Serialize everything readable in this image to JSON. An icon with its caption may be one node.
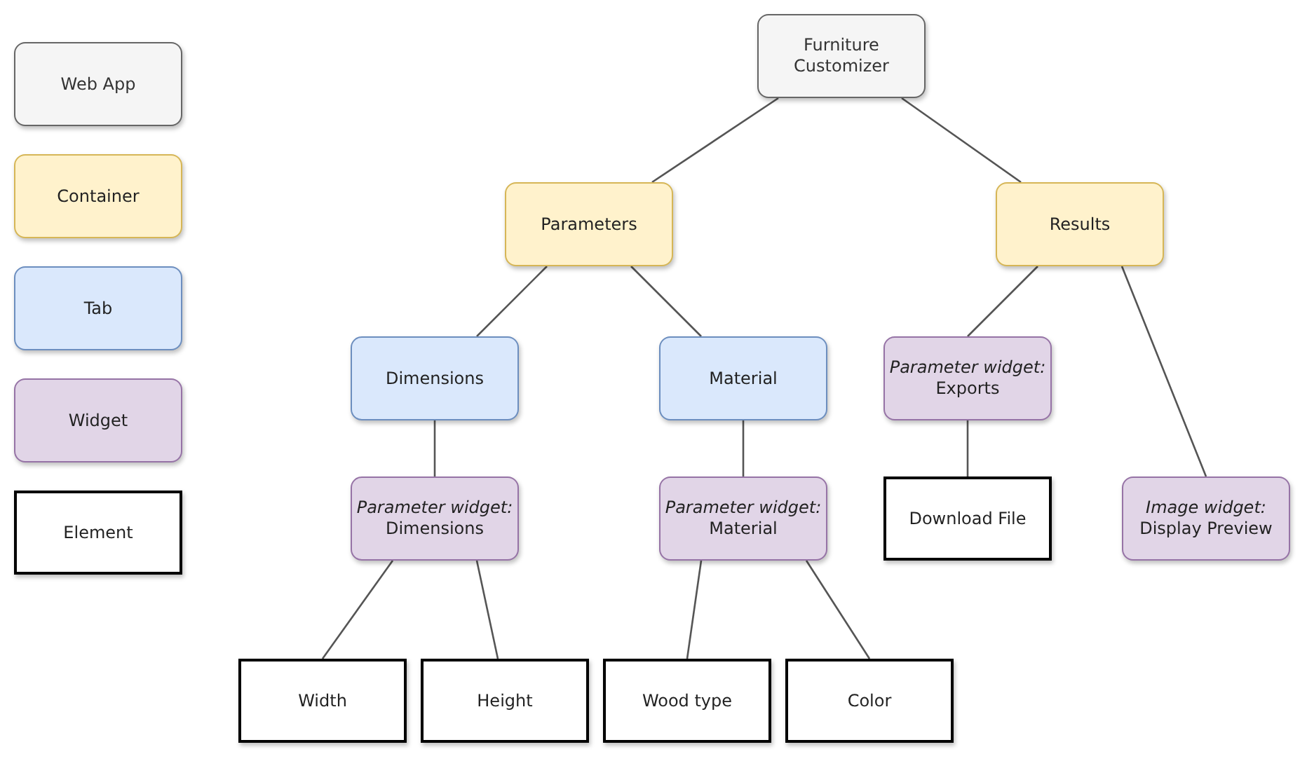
{
  "diagram": {
    "nodes": [
      {
        "text": [
          "Web App"
        ]
      },
      {
        "text": [
          "Container"
        ]
      },
      {
        "text": [
          "Tab"
        ]
      },
      {
        "text": [
          "Widget"
        ]
      },
      {
        "text": [
          "Element"
        ]
      },
      {
        "text": [
          "Furniture Customizer"
        ]
      },
      {
        "text": [
          "Parameters"
        ]
      },
      {
        "text": [
          "Results"
        ]
      },
      {
        "text": [
          "Dimensions"
        ]
      },
      {
        "text": [
          "Material"
        ]
      },
      {
        "text": [
          "Parameter widget:",
          "Dimensions"
        ]
      },
      {
        "text": [
          "Parameter widget:",
          "Material"
        ]
      },
      {
        "text": [
          "Parameter widget:",
          "Exports"
        ]
      },
      {
        "text": [
          "Download File"
        ]
      },
      {
        "text": [
          "Image widget:",
          "Display Preview"
        ]
      },
      {
        "text": [
          "Width"
        ]
      },
      {
        "text": [
          "Height"
        ]
      },
      {
        "text": [
          "Wood type"
        ]
      },
      {
        "text": [
          "Color"
        ]
      }
    ],
    "edges": [
      {
        "from": 5,
        "to": 6,
        "arrow": "none"
      },
      {
        "from": 5,
        "to": 7,
        "arrow": "none"
      },
      {
        "from": 6,
        "to": 8,
        "arrow": "none"
      },
      {
        "from": 6,
        "to": 9,
        "arrow": "none"
      },
      {
        "from": 7,
        "to": 12,
        "arrow": "none"
      },
      {
        "from": 7,
        "to": 14,
        "arrow": "none"
      },
      {
        "from": 8,
        "to": 10,
        "arrow": "none"
      },
      {
        "from": 9,
        "to": 11,
        "arrow": "none"
      },
      {
        "from": 12,
        "to": 13,
        "arrow": "none"
      },
      {
        "from": 10,
        "to": 15,
        "arrow": "none"
      },
      {
        "from": 10,
        "to": 16,
        "arrow": "none"
      },
      {
        "from": 11,
        "to": 17,
        "arrow": "none"
      },
      {
        "from": 11,
        "to": 18,
        "arrow": "none"
      }
    ]
  }
}
